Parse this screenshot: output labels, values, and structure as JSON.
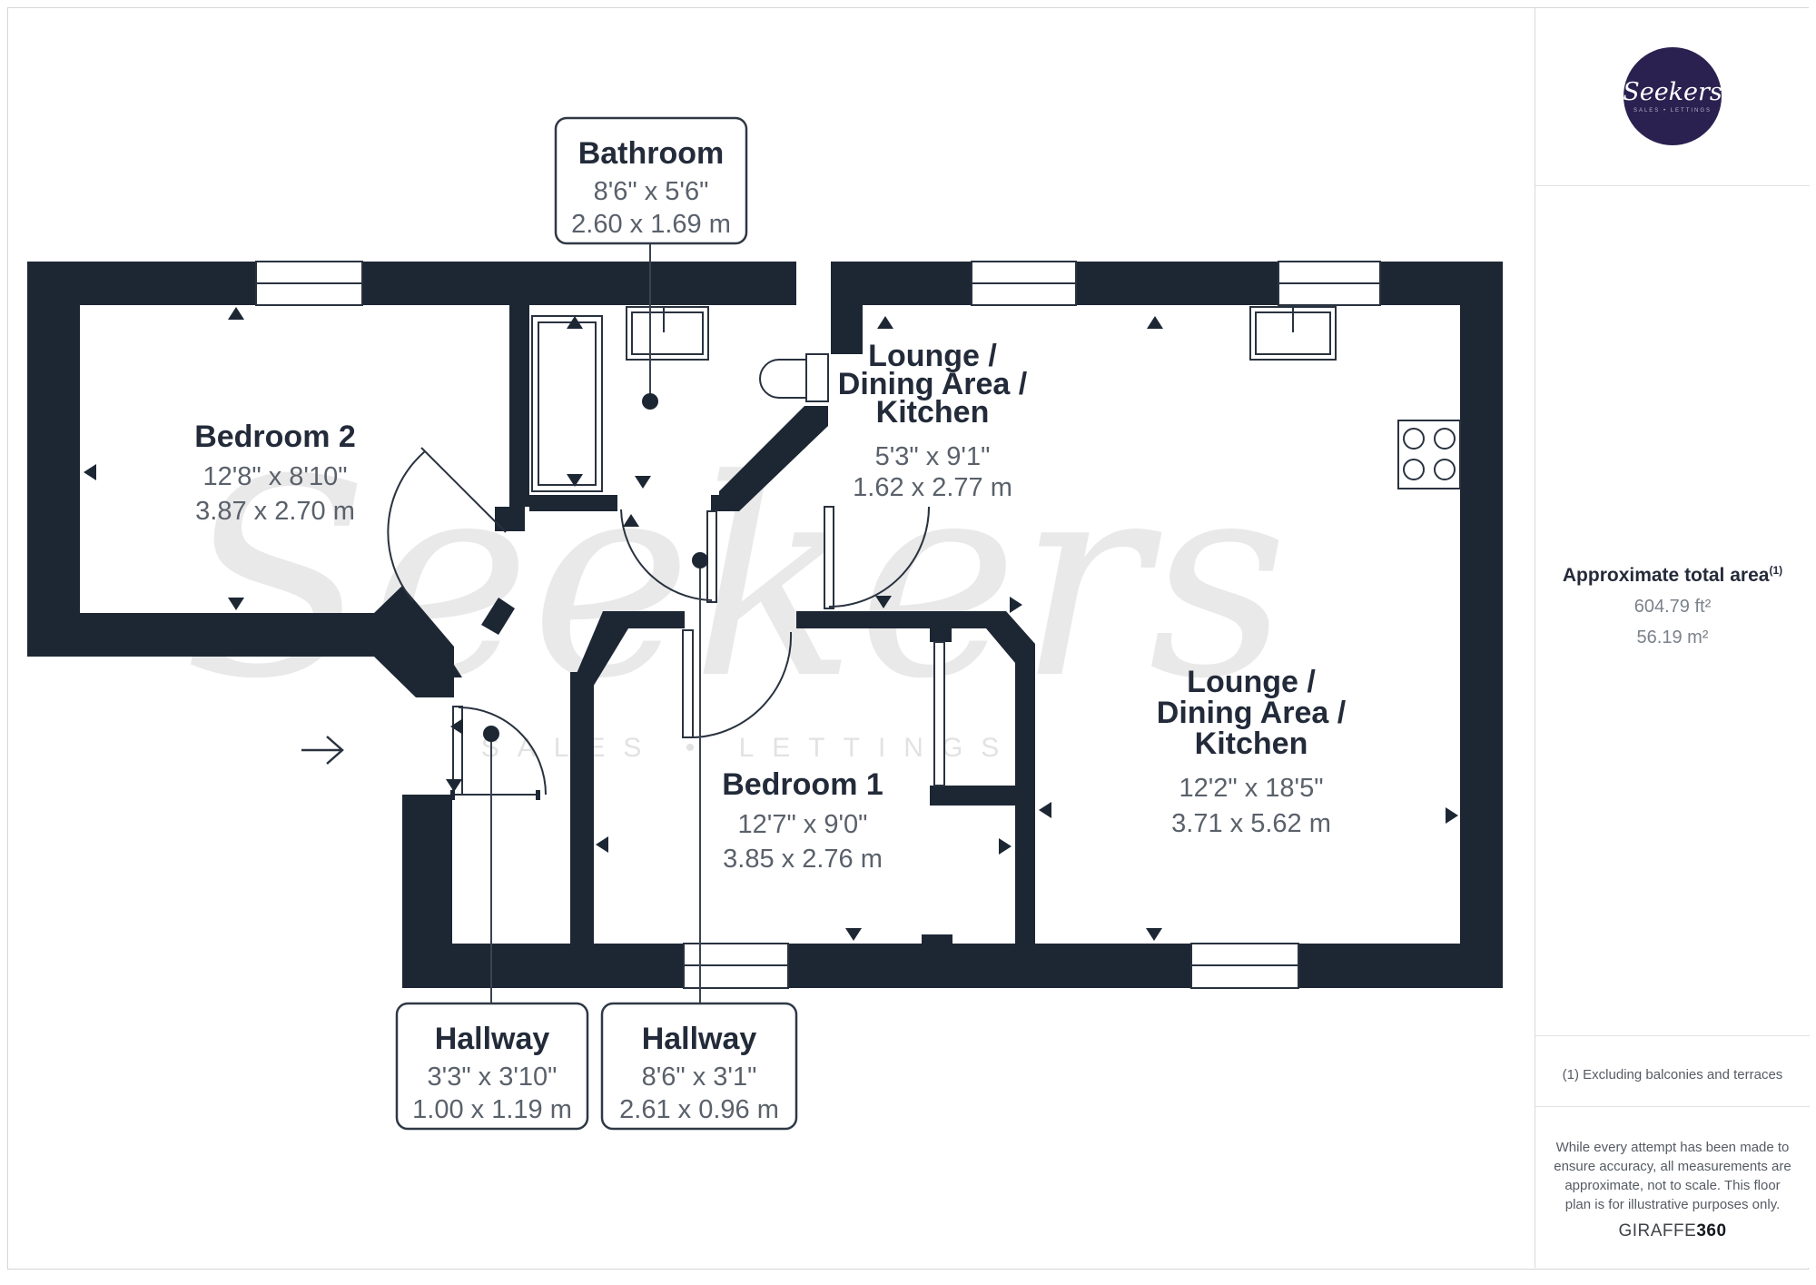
{
  "colors": {
    "wall": "#1d2734",
    "logo_bg": "#2a2150",
    "watermark": "#e9e9e9",
    "dim_text": "#5a616b",
    "title_text": "#232b3a"
  },
  "watermark": {
    "brand": "Seekers",
    "tagline": "SALES • LETTINGS"
  },
  "rooms": {
    "bedroom2": {
      "name": "Bedroom 2",
      "imperial": "12'8\" x 8'10\"",
      "metric": "3.87 x 2.70 m"
    },
    "bedroom1": {
      "name": "Bedroom 1",
      "imperial": "12'7\" x 9'0\"",
      "metric": "3.85 x 2.76 m"
    },
    "bathroom": {
      "name": "Bathroom",
      "imperial": "8'6\" x 5'6\"",
      "metric": "2.60 x 1.69 m"
    },
    "hallway_small": {
      "name": "Hallway",
      "imperial": "3'3\" x 3'10\"",
      "metric": "1.00 x 1.19 m"
    },
    "hallway_long": {
      "name": "Hallway",
      "imperial": "8'6\" x 3'1\"",
      "metric": "2.61 x 0.96 m"
    },
    "lounge_top": {
      "lines": [
        "Lounge /",
        "Dining Area /",
        "Kitchen"
      ],
      "imperial": "5'3\" x 9'1\"",
      "metric": "1.62 x 2.77 m"
    },
    "lounge_main": {
      "lines": [
        "Lounge /",
        "Dining Area /",
        "Kitchen"
      ],
      "imperial": "12'2\" x 18'5\"",
      "metric": "3.71 x 5.62 m"
    }
  },
  "sidebar": {
    "logo": {
      "brand": "Seekers",
      "tagline": "SALES • LETTINGS"
    },
    "area": {
      "title": "Approximate total area",
      "superscript": "(1)",
      "value_ft": "604.79 ft²",
      "value_m": "56.19 m²"
    },
    "footnote": "(1) Excluding balconies and terraces",
    "disclaimer_lines": [
      "While every attempt has been made to",
      "ensure accuracy, all measurements are",
      "approximate, not to scale. This floor",
      "plan is for illustrative purposes only."
    ],
    "brand_footer": {
      "name": "GIRAFFE",
      "suffix": "360"
    }
  }
}
